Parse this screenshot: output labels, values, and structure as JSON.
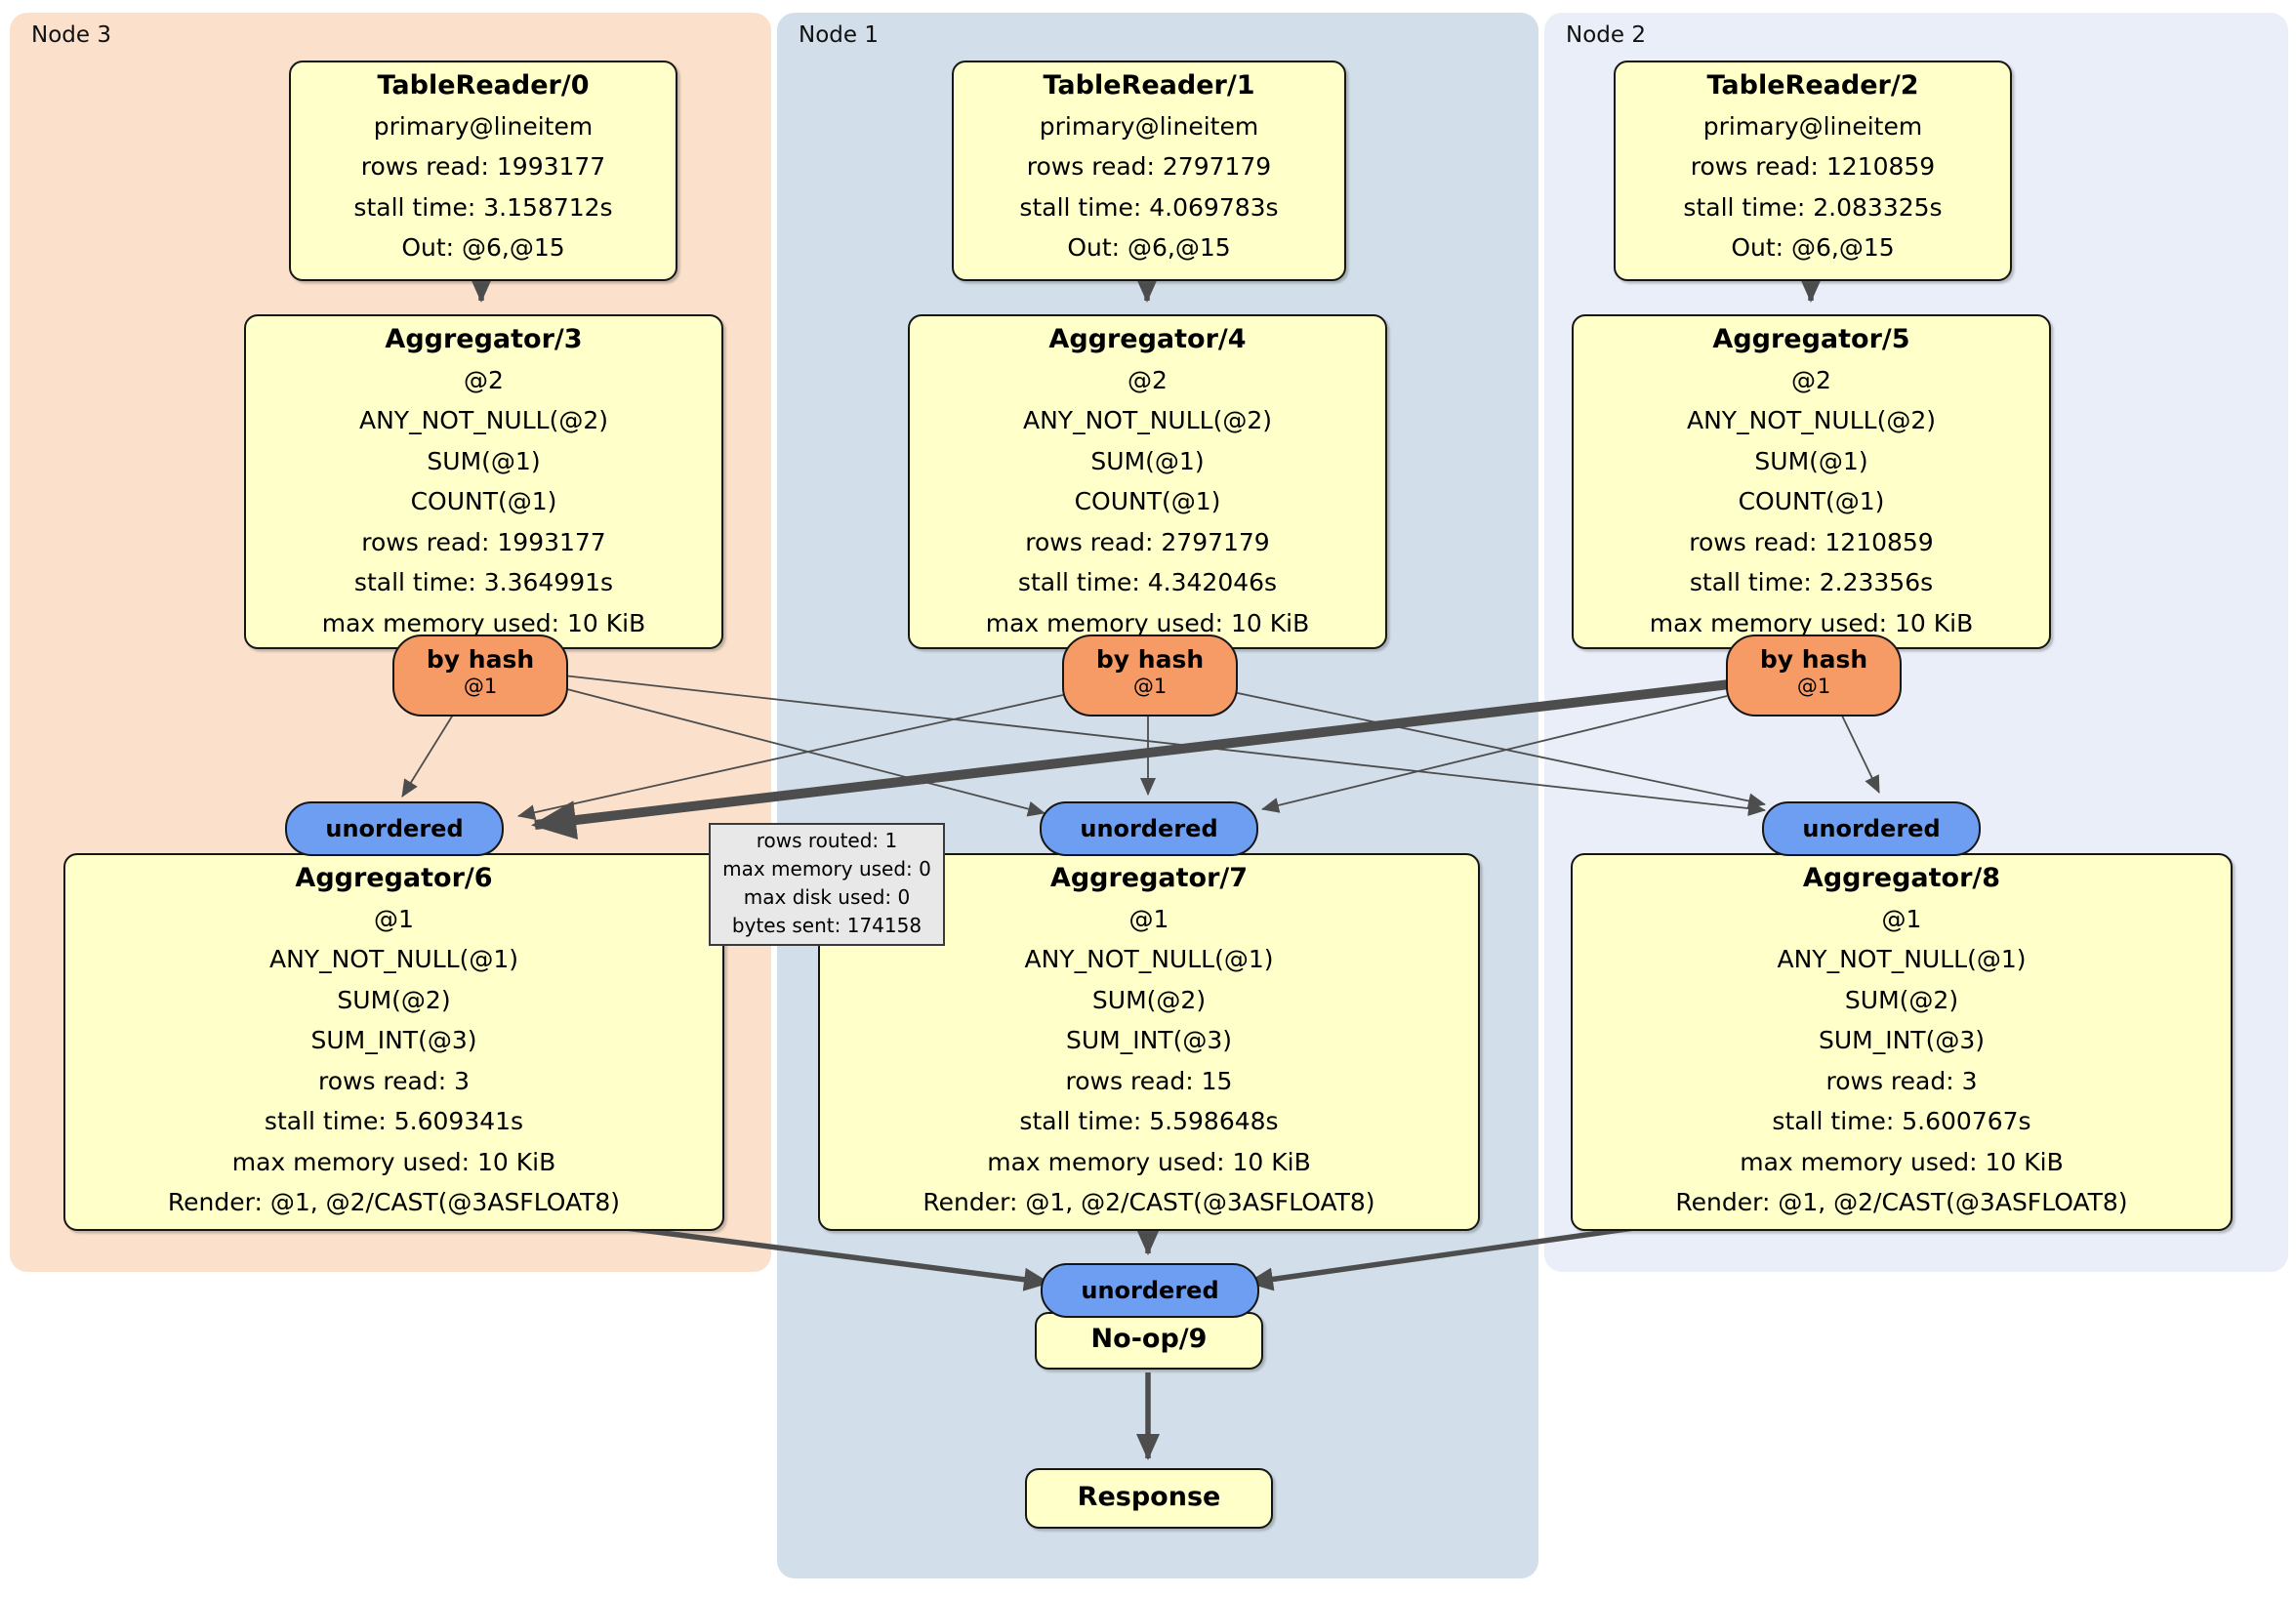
{
  "groups": [
    {
      "label": "Node 3"
    },
    {
      "label": "Node 1"
    },
    {
      "label": "Node 2"
    }
  ],
  "processors": [
    {
      "title": "TableReader/0",
      "lines": [
        "primary@lineitem",
        "rows read: 1993177",
        "stall time: 3.158712s",
        "Out: @6,@15"
      ]
    },
    {
      "title": "TableReader/1",
      "lines": [
        "primary@lineitem",
        "rows read: 2797179",
        "stall time: 4.069783s",
        "Out: @6,@15"
      ]
    },
    {
      "title": "TableReader/2",
      "lines": [
        "primary@lineitem",
        "rows read: 1210859",
        "stall time: 2.083325s",
        "Out: @6,@15"
      ]
    },
    {
      "title": "Aggregator/3",
      "lines": [
        "@2",
        "ANY_NOT_NULL(@2)",
        "SUM(@1)",
        "COUNT(@1)",
        "rows read: 1993177",
        "stall time: 3.364991s",
        "max memory used: 10 KiB"
      ]
    },
    {
      "title": "Aggregator/4",
      "lines": [
        "@2",
        "ANY_NOT_NULL(@2)",
        "SUM(@1)",
        "COUNT(@1)",
        "rows read: 2797179",
        "stall time: 4.342046s",
        "max memory used: 10 KiB"
      ]
    },
    {
      "title": "Aggregator/5",
      "lines": [
        "@2",
        "ANY_NOT_NULL(@2)",
        "SUM(@1)",
        "COUNT(@1)",
        "rows read: 1210859",
        "stall time: 2.23356s",
        "max memory used: 10 KiB"
      ]
    },
    {
      "title": "Aggregator/6",
      "lines": [
        "@1",
        "ANY_NOT_NULL(@1)",
        "SUM(@2)",
        "SUM_INT(@3)",
        "rows read: 3",
        "stall time: 5.609341s",
        "max memory used: 10 KiB",
        "Render: @1, @2/CAST(@3ASFLOAT8)"
      ]
    },
    {
      "title": "Aggregator/7",
      "lines": [
        "@1",
        "ANY_NOT_NULL(@1)",
        "SUM(@2)",
        "SUM_INT(@3)",
        "rows read: 15",
        "stall time: 5.598648s",
        "max memory used: 10 KiB",
        "Render: @1, @2/CAST(@3ASFLOAT8)"
      ]
    },
    {
      "title": "Aggregator/8",
      "lines": [
        "@1",
        "ANY_NOT_NULL(@1)",
        "SUM(@2)",
        "SUM_INT(@3)",
        "rows read: 3",
        "stall time: 5.600767s",
        "max memory used: 10 KiB",
        "Render: @1, @2/CAST(@3ASFLOAT8)"
      ]
    },
    {
      "title": "No-op/9",
      "lines": []
    },
    {
      "title": "Response",
      "lines": []
    }
  ],
  "routers": [
    {
      "label": "by hash",
      "sub": "@1"
    },
    {
      "label": "by hash",
      "sub": "@1"
    },
    {
      "label": "by hash",
      "sub": "@1"
    }
  ],
  "syncs": [
    {
      "label": "unordered"
    },
    {
      "label": "unordered"
    },
    {
      "label": "unordered"
    },
    {
      "label": "unordered"
    }
  ],
  "tooltip": {
    "lines": [
      "rows routed: 1",
      "max memory used: 0",
      "max disk used: 0",
      "bytes sent: 174158"
    ]
  },
  "colors": {
    "node3_bg": "#FBE0CB",
    "node1_bg": "#D2DFEA",
    "node2_bg": "#E9EEF8",
    "box_fill": "#FFFFC9",
    "router_fill": "#F79B66",
    "sync_fill": "#6D9EF1",
    "tooltip_bg": "#E8E8E8",
    "edge": "#4D4D4D"
  }
}
